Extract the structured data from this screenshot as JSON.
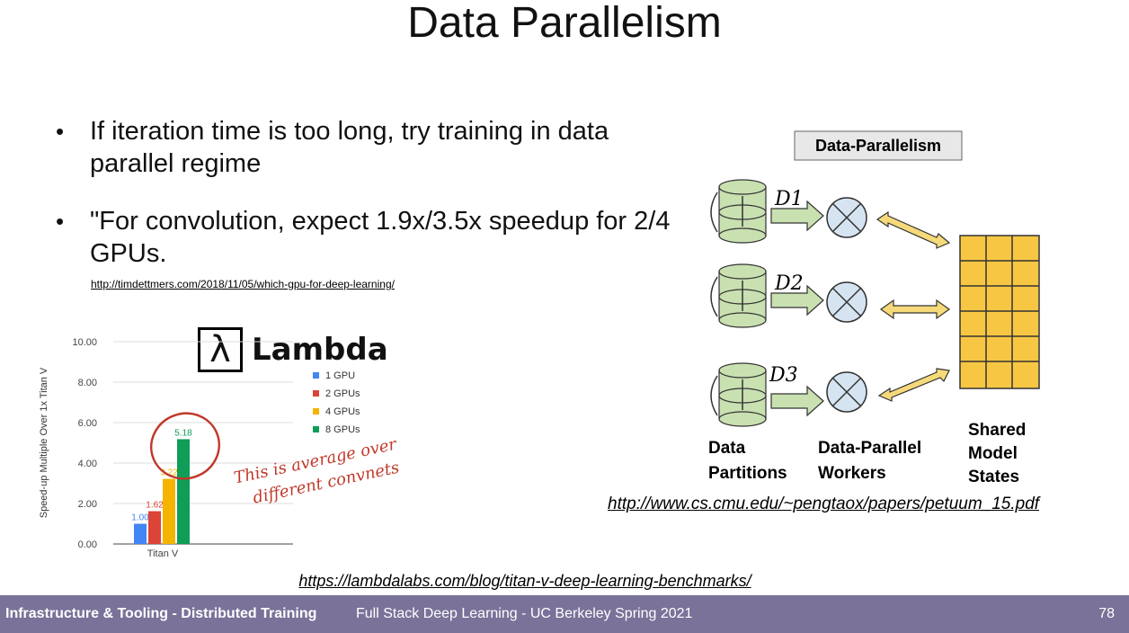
{
  "slide": {
    "title": "Data Parallelism",
    "bullets": [
      "If iteration time is too long, try training in data parallel regime",
      "\"For convolution, expect 1.9x/3.5x speedup for 2/4 GPUs."
    ],
    "bullet_url": "http://timdettmers.com/2018/11/05/which-gpu-for-deep-learning/",
    "chart_credit": "https://lambdalabs.com/blog/titan-v-deep-learning-benchmarks/",
    "diagram_credit": "http://www.cs.cmu.edu/~pengtaox/papers/petuum_15.pdf",
    "logo_word": "Lambda",
    "logo_symbol": "λ",
    "annotation": [
      "This is average over",
      "different convnets"
    ]
  },
  "chart_data": {
    "type": "bar",
    "categories": [
      "Titan V"
    ],
    "series": [
      {
        "name": "1 GPU",
        "values": [
          1.0
        ],
        "label": "1.00",
        "color": "#4285f4"
      },
      {
        "name": "2 GPUs",
        "values": [
          1.62
        ],
        "label": "1.62",
        "color": "#db4437"
      },
      {
        "name": "4 GPUs",
        "values": [
          3.22
        ],
        "label": "3.22",
        "color": "#f4b400"
      },
      {
        "name": "8 GPUs",
        "values": [
          5.18
        ],
        "label": "5.18",
        "color": "#0f9d58"
      }
    ],
    "ylabel": "Speed-up Multiple Over 1x Titan V",
    "ylim": [
      0,
      10
    ],
    "yticks": [
      "0.00",
      "2.00",
      "4.00",
      "6.00",
      "8.00",
      "10.00"
    ],
    "grid": true,
    "legend": "right"
  },
  "diagram": {
    "header": "Data-Parallelism",
    "partitions": [
      "D1",
      "D2",
      "D3"
    ],
    "label_data": "Data Partitions",
    "label_workers": "Data-Parallel Workers",
    "label_shared": "Shared Model States"
  },
  "footer": {
    "left": "Infrastructure & Tooling - Distributed Training",
    "middle": "Full Stack Deep Learning - UC Berkeley Spring 2021",
    "page": "78"
  },
  "colors": {
    "footer_bg": "#7a7299",
    "disk_green": "#c9e0b1",
    "worker_blue": "#d6e4f2",
    "arrow_yellow": "#f6da7a",
    "grid_yellow": "#f7c744"
  }
}
